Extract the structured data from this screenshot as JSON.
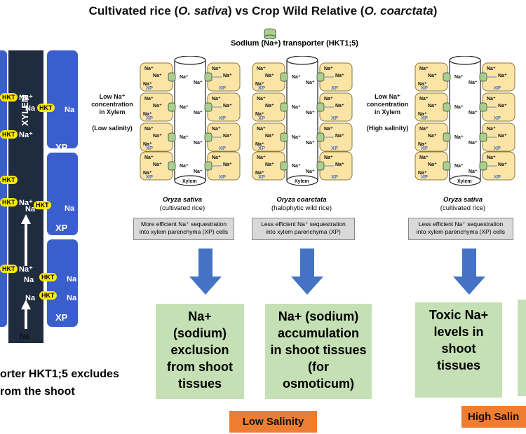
{
  "title_parts": {
    "a": "Cultivated rice (",
    "b": "O. sativa",
    "c": ") vs Crop Wild Relative (",
    "d": "O. coarctata",
    "e": ")"
  },
  "legend": {
    "label": "Sodium (Na+) transporter (HKT1;5)"
  },
  "left_panel": {
    "xylem_label": "XYLEM",
    "xp_label": "XP",
    "hkt": "HKT",
    "na_plus": "Na⁺",
    "na": "Na",
    "caption_line1": "orter HKT1;5 excludes",
    "caption_line2": "rom the shoot"
  },
  "cell_texts": {
    "na_plus": "Na⁺",
    "xp": "XP",
    "xylem": "Xylem"
  },
  "side_labels": {
    "low": {
      "line1": "Low Na⁺",
      "line2": "concentration",
      "line3": "in Xylem",
      "line4": "(Low salinity)"
    },
    "high": {
      "line1": "Low Na⁺",
      "line2": "concentration",
      "line3": "in Xylem",
      "line4": "(High salinity)"
    }
  },
  "panels": [
    {
      "species": "Oryza sativa",
      "sub": "(cultivated rice)",
      "box_l1": "More efficient Na⁺ sequestration",
      "box_l2": "into xylem parenchyma (XP) cells",
      "result": [
        "Na+",
        "(sodium)",
        "exclusion",
        "from shoot",
        "tissues"
      ]
    },
    {
      "species": "Oryza coarctata",
      "sub": "(halophytic wild rice)",
      "box_l1": "Less efficient Na⁺ sequestration",
      "box_l2": "into xylem parenchyma (XP)",
      "result": [
        "Na+ (sodium)",
        "accumulation",
        "in shoot tissues",
        "(for",
        "osmoticum)"
      ]
    },
    {
      "species": "Oryza sativa",
      "sub": "(cultivated rice)",
      "box_l1": "Less efficient Na⁺ sequestration",
      "box_l2": "into xylem parenchyma (XP) cells",
      "result": [
        "Toxic Na+",
        "levels in",
        "shoot",
        "tissues"
      ]
    }
  ],
  "salinity": {
    "low": "Low Salinity",
    "high": "High Salin"
  },
  "colors": {
    "cell": "#fce4a6",
    "cell_border": "#8a7a3a",
    "transporter": "#a9d18e",
    "arrow": "#4472c4",
    "left_blue": "#3a5fcd",
    "left_dark": "#1f2b3e",
    "hkt": "#ffea00",
    "green_box": "#c5e0b4",
    "orange": "#ed7d31"
  }
}
